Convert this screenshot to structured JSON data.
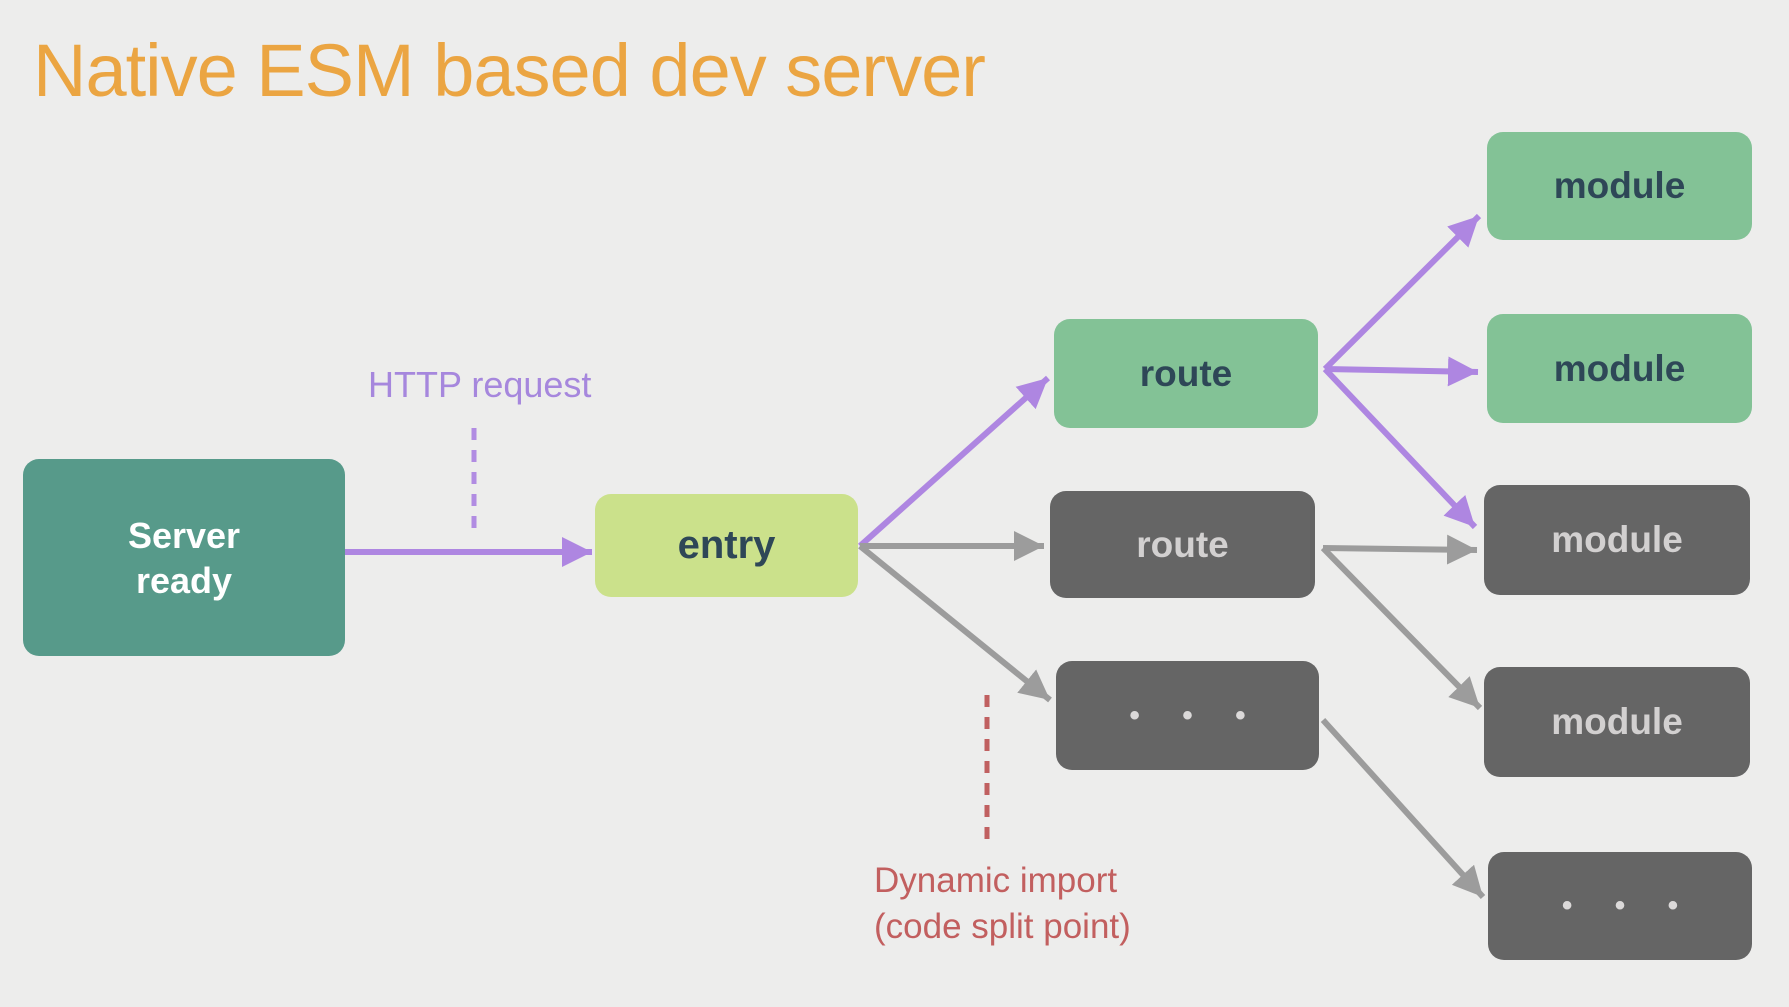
{
  "title": "Native ESM based dev server",
  "annotations": {
    "http_request": "HTTP request",
    "dynamic_import": "Dynamic import\n(code split point)"
  },
  "nodes": {
    "server": {
      "label": "Server\nready"
    },
    "entry": {
      "label": "entry"
    },
    "route_top": {
      "label": "route"
    },
    "route_mid": {
      "label": "route"
    },
    "more_mid": {
      "label": "•  •  •"
    },
    "module_1": {
      "label": "module"
    },
    "module_2": {
      "label": "module"
    },
    "module_3": {
      "label": "module"
    },
    "module_4": {
      "label": "module"
    },
    "more_bottom": {
      "label": "•  •  •"
    }
  },
  "colors": {
    "background": "#ededec",
    "title_orange": "#eba542",
    "teal_box": "#579a8a",
    "lime_box": "#cbe18b",
    "green_box": "#83c296",
    "gray_box": "#656565",
    "dark_box_text": "#2e4757",
    "light_box_text": "#d2d0d0",
    "purple_arrow": "#ae86e1",
    "gray_arrow": "#9c9c9c",
    "http_label_purple": "#a687dd",
    "dynamic_import_red": "#c25f5f"
  }
}
